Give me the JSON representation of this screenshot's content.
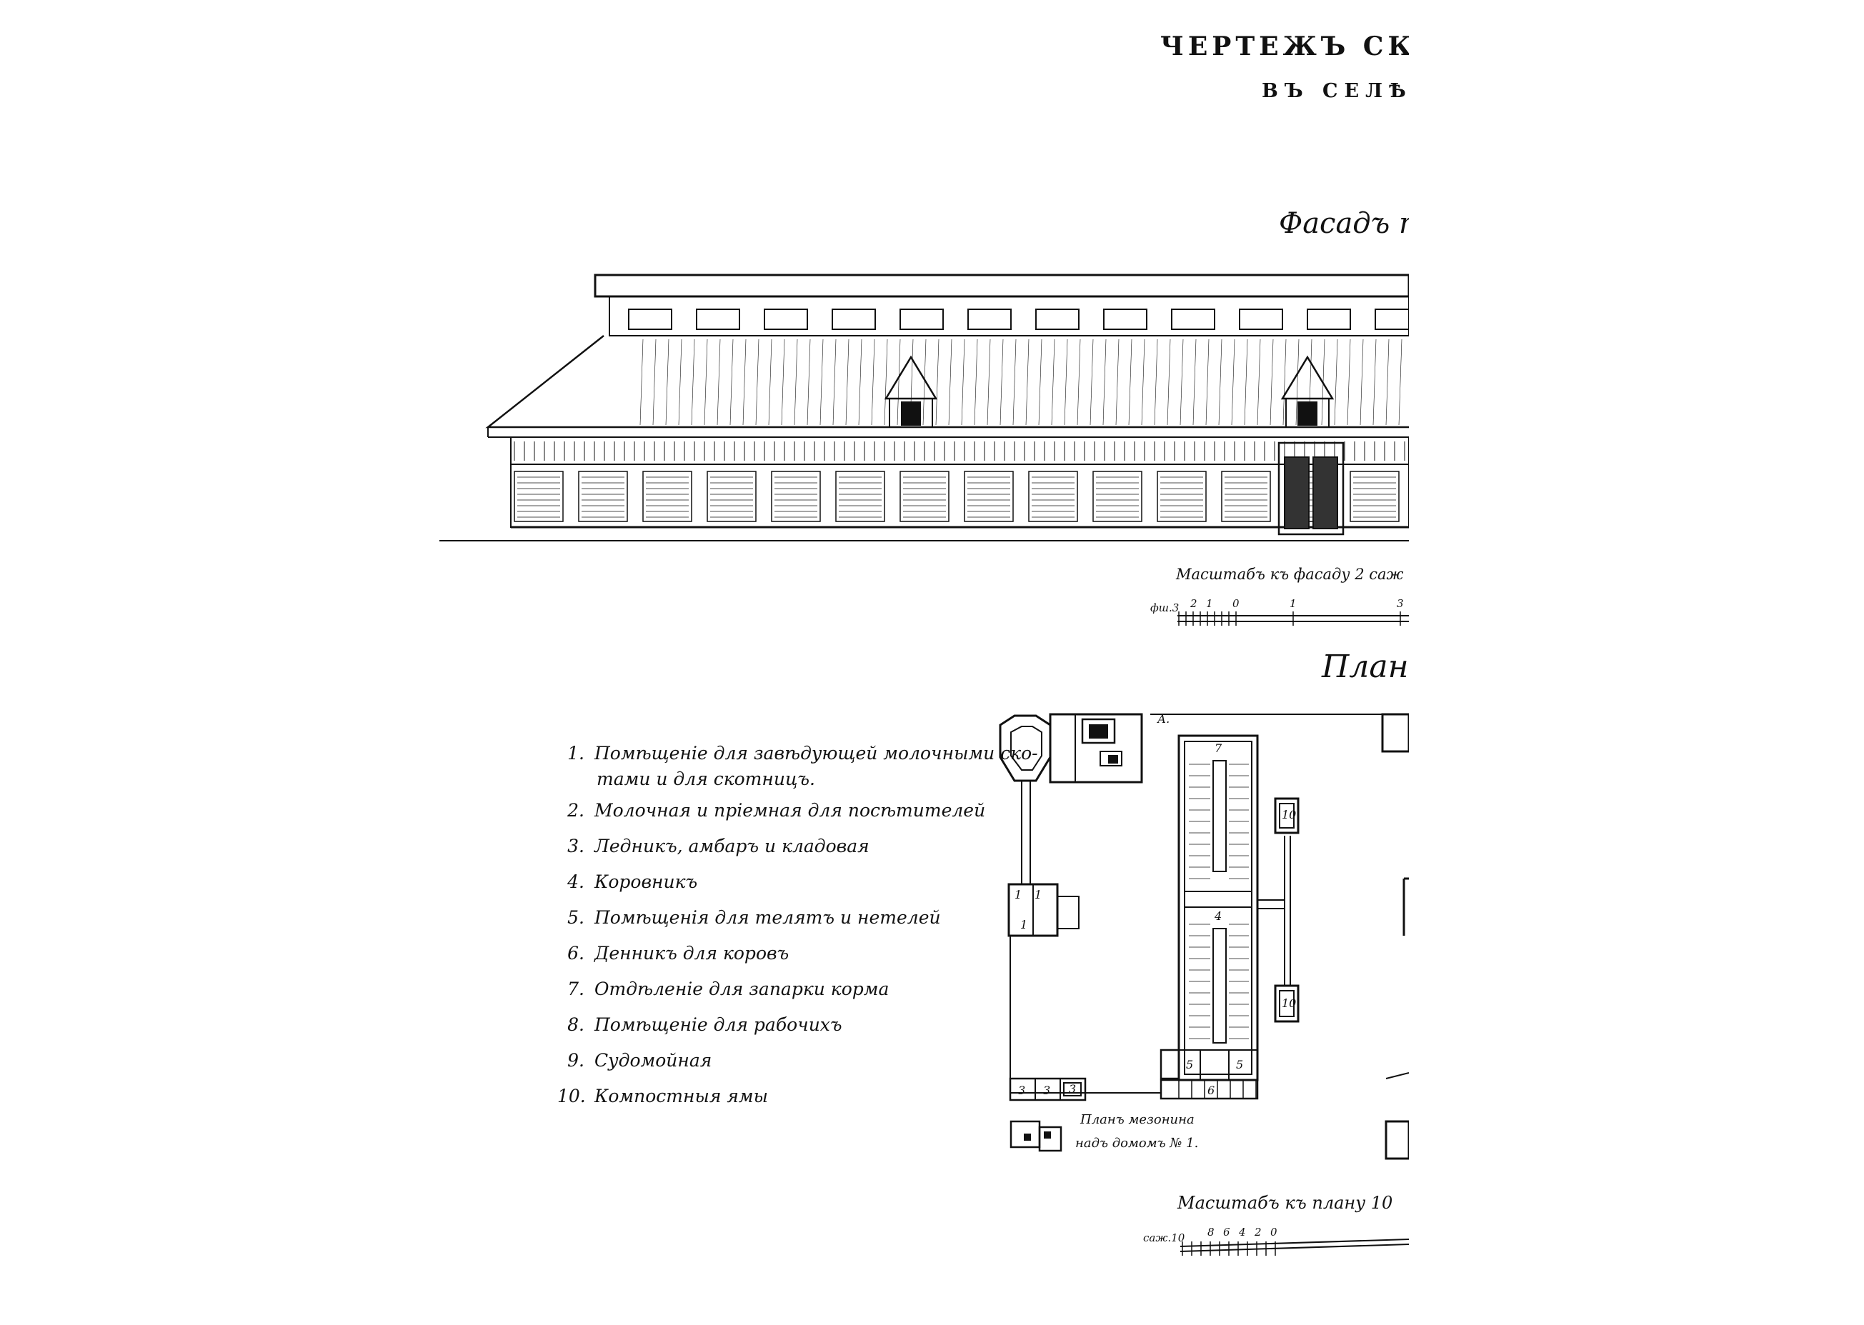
{
  "header": {
    "title": "ЧЕРТЕЖЪ СКОТНА",
    "subtitle": "ВЪ СЕЛѢ И.Л"
  },
  "facade": {
    "caption": "Фасадъ по",
    "scale_caption": "Масштабъ къ фасаду 2 саж",
    "scale_ticks": [
      "фш.3",
      "2",
      "1",
      "0",
      "1",
      "3"
    ]
  },
  "plan": {
    "caption": "План",
    "scale_caption": "Масштабъ къ плану 10",
    "scale_ticks": [
      "саж.10",
      "8",
      "6",
      "4",
      "2",
      "0"
    ],
    "mezzanine_line1": "Планъ мезонина",
    "mezzanine_line2": "надъ домомъ № 1.",
    "room_labels": {
      "a": "А.",
      "n7": "7",
      "n4": "4",
      "n10a": "10",
      "n10b": "10",
      "n5a": "5",
      "n5b": "5",
      "n3a": "3",
      "n3b": "3",
      "n3c": "3",
      "n1a": "1",
      "n1b": "1",
      "n1c": "1",
      "n6": "6"
    }
  },
  "legend": [
    {
      "num": "1.",
      "text": "Помѣщеніе для завѣдующей молочными ско-",
      "cont": "тами и для скотницъ."
    },
    {
      "num": "2.",
      "text": "Молочная и пріемная для посѣтителей"
    },
    {
      "num": "3.",
      "text": "Ледникъ, амбаръ и кладовая"
    },
    {
      "num": "4.",
      "text": "Коровникъ"
    },
    {
      "num": "5.",
      "text": "Помѣщенія для телятъ и нетелей"
    },
    {
      "num": "6.",
      "text": "Денникъ для коровъ"
    },
    {
      "num": "7.",
      "text": "Отдѣленіе для запарки корма"
    },
    {
      "num": "8.",
      "text": "Помѣщеніе для рабочихъ"
    },
    {
      "num": "9.",
      "text": "Судомойная"
    },
    {
      "num": "10.",
      "text": "Компостныя ямы"
    }
  ]
}
